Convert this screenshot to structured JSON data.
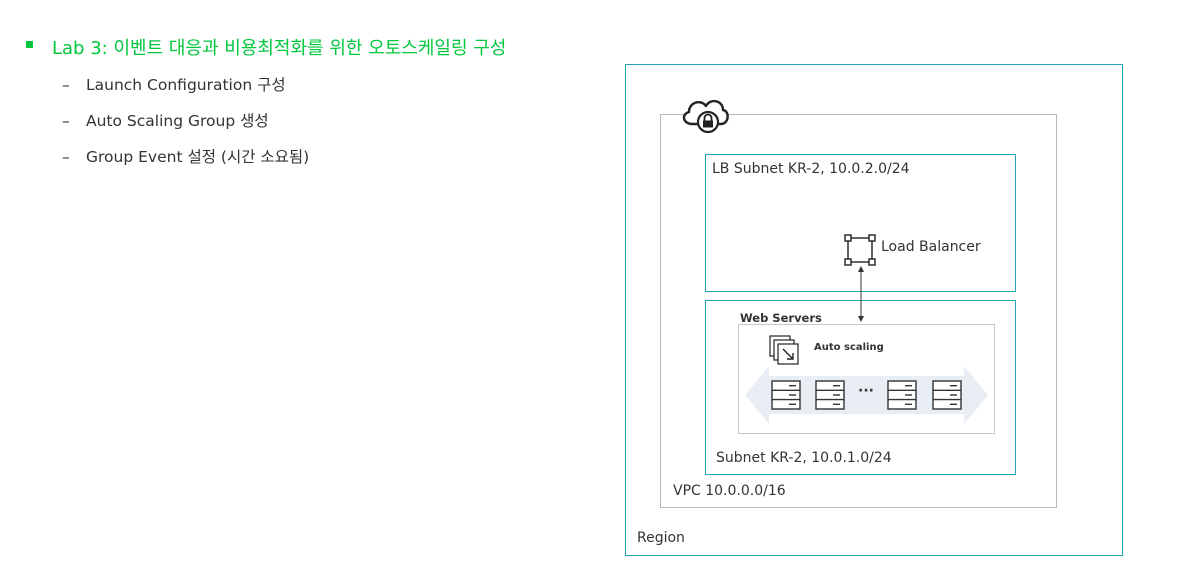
{
  "header": {
    "title": "Lab 3: 이벤트 대응과 비용최적화를 위한 오토스케일링 구성",
    "items": [
      {
        "dash": "–",
        "label": "Launch Configuration 구성"
      },
      {
        "dash": "–",
        "label": "Auto Scaling Group 생성"
      },
      {
        "dash": "–",
        "label": "Group Event 설정 (시간 소요됨)"
      }
    ]
  },
  "diagram": {
    "region_label": "Region",
    "vpc_label": "VPC 10.0.0.0/16",
    "lb_subnet_label": "LB Subnet KR-2, 10.0.2.0/24",
    "load_balancer_label": "Load Balancer",
    "web_servers_label": "Web Servers",
    "auto_scaling_label": "Auto scaling",
    "ellipsis": "···",
    "subnet_label": "Subnet KR-2, 10.0.1.0/24"
  },
  "colors": {
    "accent_green": "#00c73c",
    "subnet_border": "#1fa3b5",
    "vpc_border": "#b8b8b8"
  },
  "icons": [
    "cloud-lock-icon",
    "load-balancer-icon",
    "auto-scaling-icon",
    "server-icon"
  ]
}
